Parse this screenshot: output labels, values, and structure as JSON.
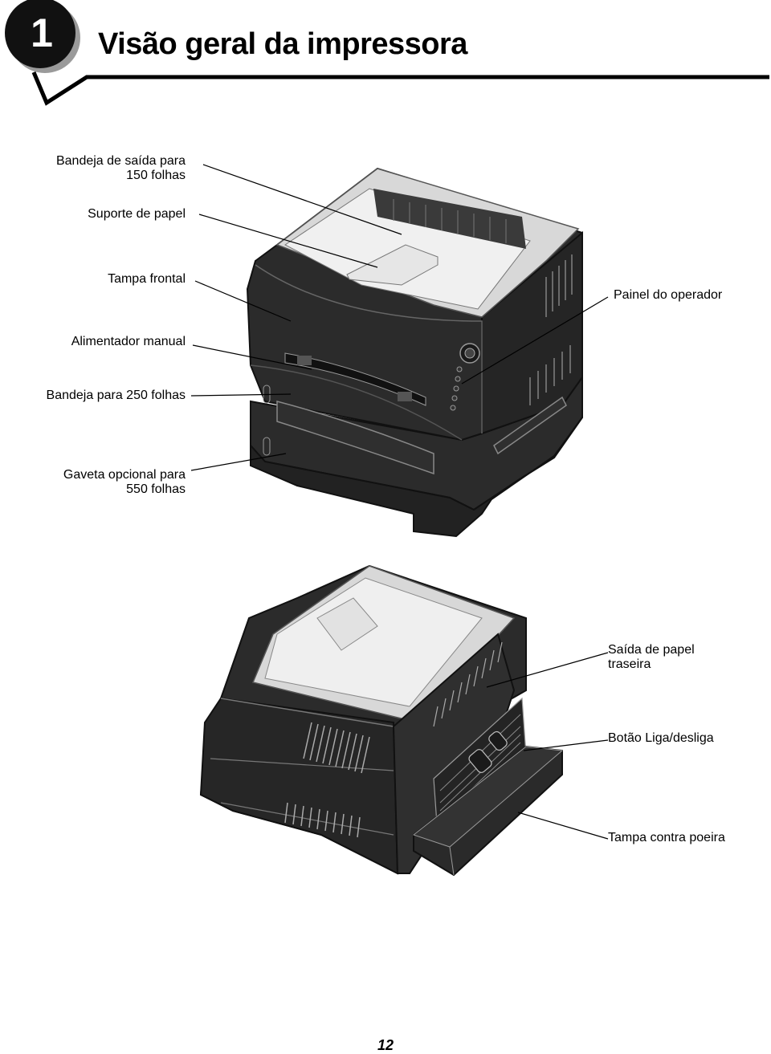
{
  "chapter": {
    "number": "1",
    "title": "Visão geral da impressora"
  },
  "front_callouts": {
    "output_bin": [
      "Bandeja de saída para",
      "150 folhas"
    ],
    "paper_support": "Suporte de papel",
    "front_cover": "Tampa frontal",
    "manual_feeder": "Alimentador manual",
    "tray_250": "Bandeja para 250 folhas",
    "drawer_550": [
      "Gaveta opcional para",
      "550 folhas"
    ],
    "operator_panel": "Painel do operador"
  },
  "rear_callouts": {
    "rear_exit": [
      "Saída de papel",
      "traseira"
    ],
    "power_switch": "Botão Liga/desliga",
    "dust_cover": "Tampa contra poeira"
  },
  "page_number": "12",
  "colors": {
    "printer_body": "#2b2b2b",
    "printer_dark": "#1a1a1a",
    "printer_light": "#e8e8e8",
    "rule": "#000000"
  }
}
